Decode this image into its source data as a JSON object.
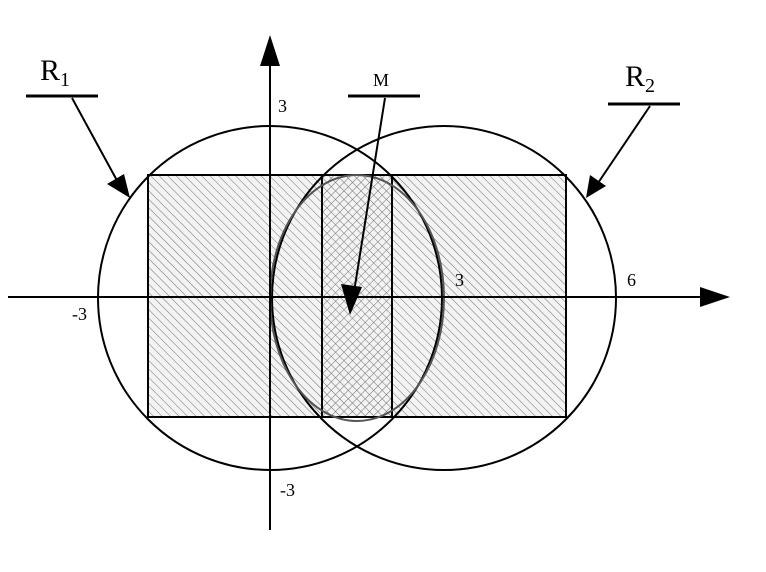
{
  "labels": {
    "r1_main": "R",
    "r1_sub": "1",
    "r2_main": "R",
    "r2_sub": "2",
    "m": "M"
  },
  "ticks": {
    "x_neg": "-3",
    "x_pos_inner": "3",
    "x_pos_outer": "6",
    "y_pos": "3",
    "y_neg": "-3"
  },
  "colors": {
    "stroke": "#000000",
    "hatch": "#6a6a6a",
    "hatch_fill": "#f1f1f1"
  }
}
